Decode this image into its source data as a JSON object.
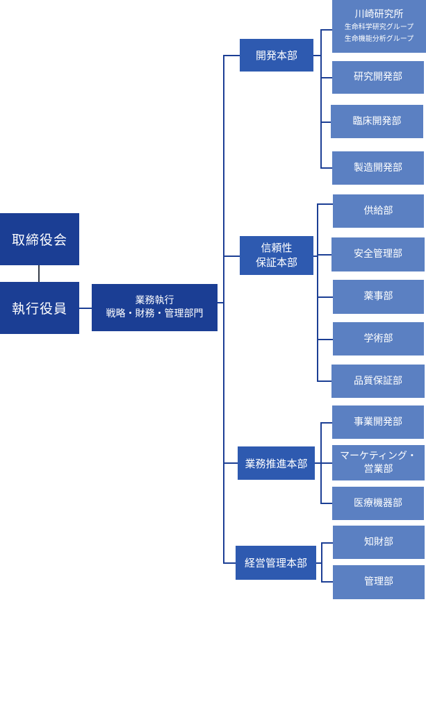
{
  "board": "取締役会",
  "officers": "執行役員",
  "exec": {
    "line1": "業務執行",
    "line2": "戦略・財務・管理部門"
  },
  "divisions": {
    "dev": "開発本部",
    "qa": {
      "line1": "信頼性",
      "line2": "保証本部"
    },
    "biz": "業務推進本部",
    "mgmt": "経営管理本部"
  },
  "departments": {
    "kawasaki": {
      "title": "川崎研究所",
      "sub1": "生命科学研究グループ",
      "sub2": "生命機能分析グループ"
    },
    "research": "研究開発部",
    "clinical": "臨床開発部",
    "manufacturing": "製造開発部",
    "supply": "供給部",
    "safety": "安全管理部",
    "pharma": "薬事部",
    "academic": "学術部",
    "quality": "品質保証部",
    "business": "事業開発部",
    "marketing": {
      "line1": "マーケティング・",
      "line2": "営業部"
    },
    "device": "医療機器部",
    "ip": "知財部",
    "admin": "管理部"
  },
  "colors": {
    "navy": "#1b3e94",
    "mid": "#2e5ab0",
    "light": "#5b80c2",
    "connector_left": "#333a46"
  }
}
